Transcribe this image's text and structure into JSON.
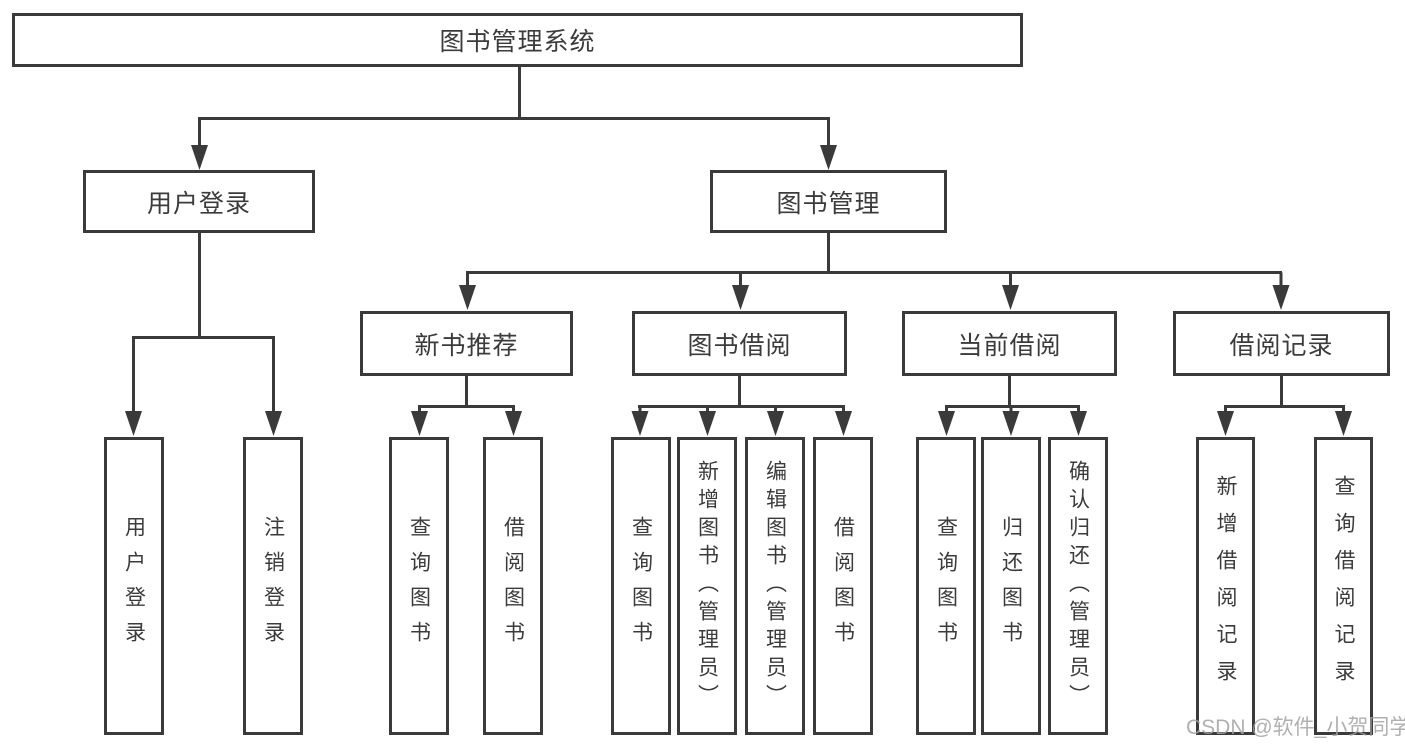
{
  "diagram_title": "图书管理系统",
  "tree": {
    "root": {
      "label": "图书管理系统",
      "children": [
        {
          "label": "用户登录",
          "children": [
            {
              "label": "用户登录"
            },
            {
              "label": "注销登录"
            }
          ]
        },
        {
          "label": "图书管理",
          "children": [
            {
              "label": "新书推荐",
              "children": [
                {
                  "label": "查询图书"
                },
                {
                  "label": "借阅图书"
                }
              ]
            },
            {
              "label": "图书借阅",
              "children": [
                {
                  "label": "查询图书"
                },
                {
                  "label": "新增图书（管理员）"
                },
                {
                  "label": "编辑图书（管理员）"
                },
                {
                  "label": "借阅图书"
                }
              ]
            },
            {
              "label": "当前借阅",
              "children": [
                {
                  "label": "查询图书"
                },
                {
                  "label": "归还图书"
                },
                {
                  "label": "确认归还（管理员）"
                }
              ]
            },
            {
              "label": "借阅记录",
              "children": [
                {
                  "label": "新增借阅记录"
                },
                {
                  "label": "查询借阅记录"
                }
              ]
            }
          ]
        }
      ]
    }
  },
  "watermark": "CSDN @软件_小贺同学",
  "colors": {
    "line": "#3a3a3a",
    "text": "#3b3b3b",
    "watermark": "#a2a2a2",
    "background": "#ffffff"
  }
}
